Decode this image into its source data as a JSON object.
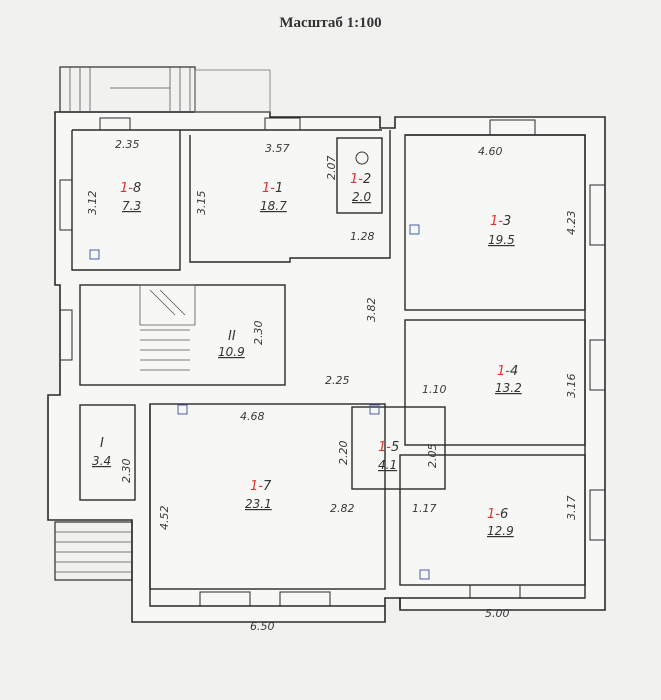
{
  "title": "Масштаб 1:100",
  "dimensions": {
    "d_235": "2.35",
    "d_357": "3.57",
    "d_207": "2.07",
    "d_460": "4.60",
    "d_312": "3.12",
    "d_315": "3.15",
    "d_423": "4.23",
    "d_128": "1.28",
    "d_382": "3.82",
    "d_230a": "2.30",
    "d_225": "2.25",
    "d_316": "3.16",
    "d_110": "1.10",
    "d_468": "4.68",
    "d_220": "2.20",
    "d_205": "2.05",
    "d_230b": "2.30",
    "d_452": "4.52",
    "d_282": "2.82",
    "d_117": "1.17",
    "d_317": "3.17",
    "d_650": "6.50",
    "d_500": "5.00"
  },
  "rooms": {
    "r18_prefix": "1-",
    "r18_num": "8",
    "r18_area": "7.3",
    "r11_prefix": "1-",
    "r11_num": "1",
    "r11_area": "18.7",
    "r12_prefix": "1-",
    "r12_num": "2",
    "r12_area": "2.0",
    "r13_prefix": "1-",
    "r13_num": "3",
    "r13_area": "19.5",
    "rII_label": "II",
    "rII_area": "10.9",
    "r14_prefix": "1-",
    "r14_num": "4",
    "r14_area": "13.2",
    "r15_prefix": "1-",
    "r15_num": "5",
    "r15_area": "4.1",
    "rI_label": "I",
    "rI_area": "3.4",
    "r17_prefix": "1-",
    "r17_num": "7",
    "r17_area": "23.1",
    "r16_prefix": "1-",
    "r16_num": "6",
    "r16_area": "12.9"
  }
}
